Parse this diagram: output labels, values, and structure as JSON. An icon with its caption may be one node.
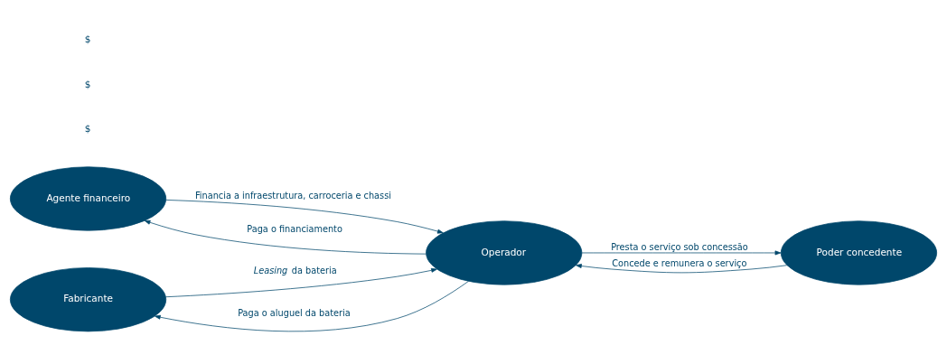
{
  "diagram": {
    "nodes": [
      {
        "text": [
          "Agente financeiro"
        ]
      },
      {
        "text": [
          "Fabricante"
        ]
      },
      {
        "text": [
          "Operador"
        ]
      },
      {
        "text": [
          "Poder concedente"
        ]
      }
    ],
    "edges": [
      {
        "from": 0,
        "to": 2,
        "arrow": "to",
        "label": "Financia a infraestrutura, carroceria e chassi"
      },
      {
        "from": 2,
        "to": 0,
        "arrow": "to",
        "label": "Paga o financiamento"
      },
      {
        "from": 2,
        "to": 1,
        "arrow": "to",
        "label": "Paga o aluguel da bateria"
      },
      {
        "from": 1,
        "to": 2,
        "arrow": "to",
        "label": "*Leasing* da bateria"
      },
      {
        "from": 2,
        "to": 3,
        "arrow": "to",
        "label": "Presta o serviço sob concessão"
      },
      {
        "from": 3,
        "to": 2,
        "arrow": "to",
        "label": "Concede e remunera o serviço"
      }
    ],
    "labels": [
      "$",
      "$",
      "$"
    ]
  }
}
